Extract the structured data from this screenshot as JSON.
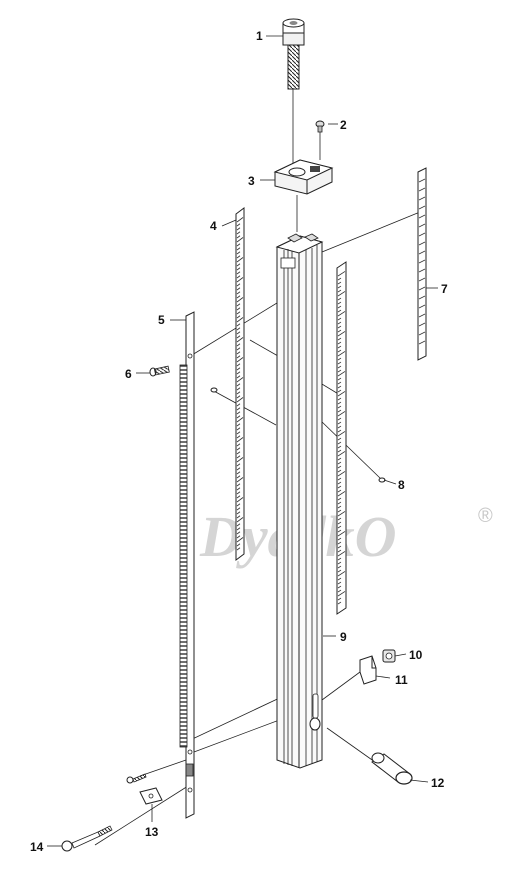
{
  "watermark": {
    "text": "DyadkO",
    "mark": "®"
  },
  "callouts": [
    {
      "id": "label-1",
      "text": "1"
    },
    {
      "id": "label-2",
      "text": "2"
    },
    {
      "id": "label-3",
      "text": "3"
    },
    {
      "id": "label-4",
      "text": "4"
    },
    {
      "id": "label-5",
      "text": "5"
    },
    {
      "id": "label-6",
      "text": "6"
    },
    {
      "id": "label-7",
      "text": "7"
    },
    {
      "id": "label-8",
      "text": "8"
    },
    {
      "id": "label-9",
      "text": "9"
    },
    {
      "id": "label-10",
      "text": "10"
    },
    {
      "id": "label-11",
      "text": "11"
    },
    {
      "id": "label-12",
      "text": "12"
    },
    {
      "id": "label-13",
      "text": "13"
    },
    {
      "id": "label-14",
      "text": "14"
    }
  ]
}
